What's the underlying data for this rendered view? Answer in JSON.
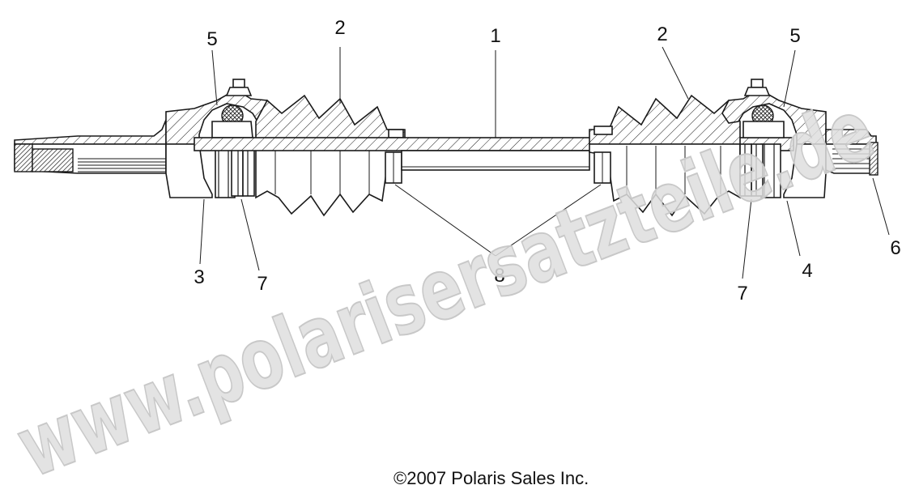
{
  "diagram": {
    "watermark": "www.polarisersatzteile.de",
    "copyright": "©2007 Polaris Sales Inc.",
    "colors": {
      "line": "#1a1a1a",
      "background": "#ffffff",
      "watermark": "#dedede"
    },
    "callouts": {
      "c1": "1",
      "c2_left": "2",
      "c2_right": "2",
      "c3": "3",
      "c4": "4",
      "c5_left": "5",
      "c5_right": "5",
      "c6": "6",
      "c7_left": "7",
      "c7_right": "7",
      "c8": "8"
    }
  }
}
